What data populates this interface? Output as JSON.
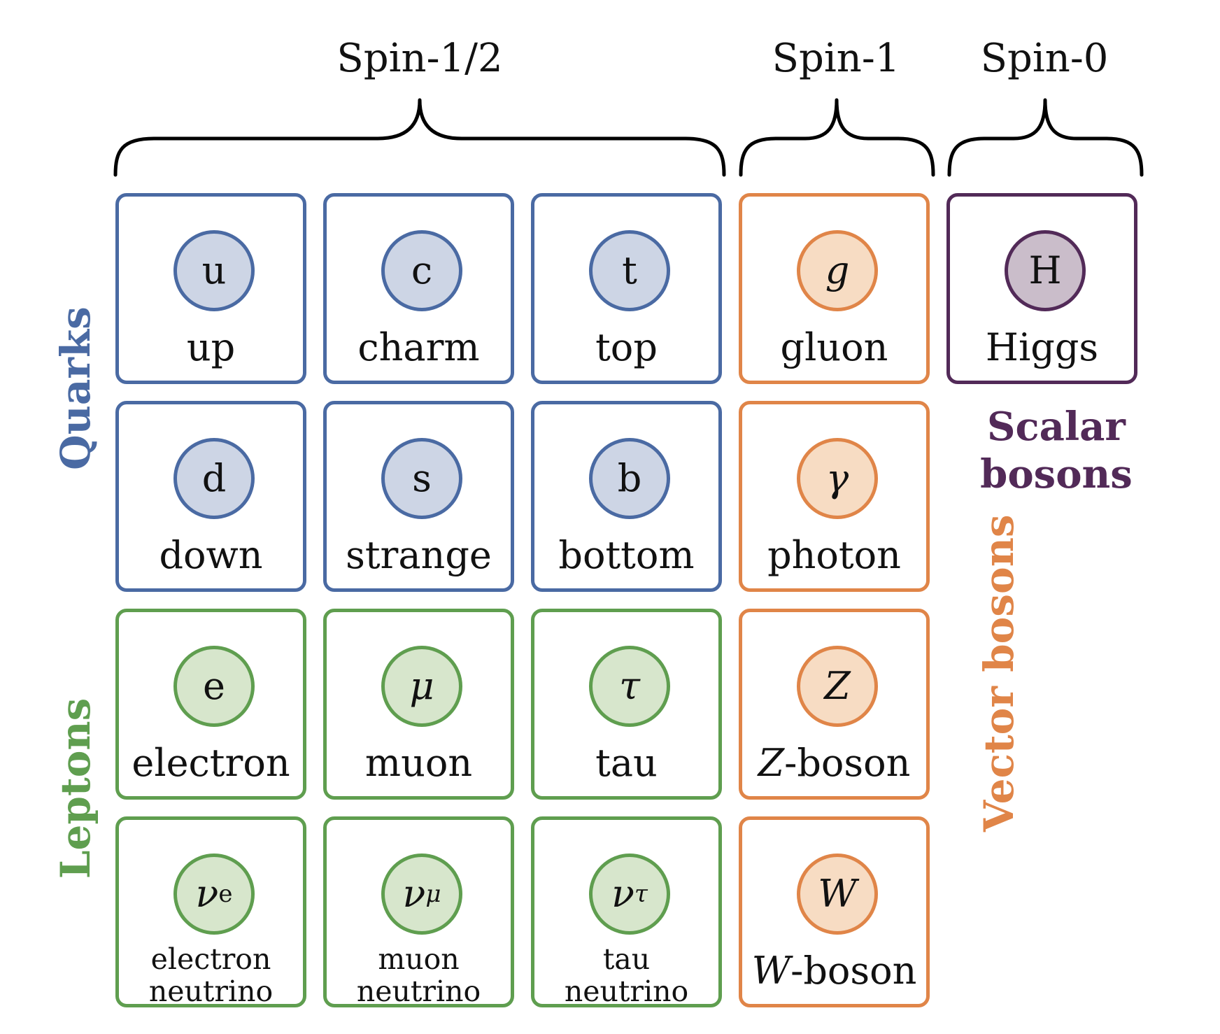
{
  "spin_groups": [
    {
      "label": "Spin-1/2"
    },
    {
      "label": "Spin-1"
    },
    {
      "label": "Spin-0"
    }
  ],
  "row_labels": {
    "quarks": "Quarks",
    "leptons": "Leptons",
    "vector_bosons": "Vector bosons",
    "scalar_bosons_line1": "Scalar",
    "scalar_bosons_line2": "bosons"
  },
  "colors": {
    "quark_border": "#4a6aa3",
    "quark_fill": "#cdd5e5",
    "quark_label": "#4a6aa3",
    "lepton_border": "#5f9e4f",
    "lepton_fill": "#d7e6cc",
    "lepton_label": "#5f9e4f",
    "vector_border": "#e08548",
    "vector_fill": "#f7dcc3",
    "vector_label": "#e08548",
    "scalar_border": "#522a58",
    "scalar_fill": "#cabdca",
    "scalar_label": "#522a58"
  },
  "particles": {
    "up": {
      "symbol": "u",
      "name": "up"
    },
    "charm": {
      "symbol": "c",
      "name": "charm"
    },
    "top": {
      "symbol": "t",
      "name": "top"
    },
    "gluon": {
      "symbol": "g",
      "name": "gluon"
    },
    "higgs": {
      "symbol": "H",
      "name": "Higgs"
    },
    "down": {
      "symbol": "d",
      "name": "down"
    },
    "strange": {
      "symbol": "s",
      "name": "strange"
    },
    "bottom": {
      "symbol": "b",
      "name": "bottom"
    },
    "photon": {
      "symbol": "γ",
      "name": "photon"
    },
    "electron": {
      "symbol": "e",
      "name": "electron"
    },
    "muon": {
      "symbol": "μ",
      "name": "muon"
    },
    "tau": {
      "symbol": "τ",
      "name": "tau"
    },
    "z_boson": {
      "symbol": "Z",
      "name_symbol": "Z",
      "name_suffix": "-boson"
    },
    "electron_neutrino": {
      "symbol": "ν",
      "subscript": "e",
      "name_line1": "electron",
      "name_line2": "neutrino"
    },
    "muon_neutrino": {
      "symbol": "ν",
      "subscript": "μ",
      "name_line1": "muon",
      "name_line2": "neutrino"
    },
    "tau_neutrino": {
      "symbol": "ν",
      "subscript": "τ",
      "name_line1": "tau",
      "name_line2": "neutrino"
    },
    "w_boson": {
      "symbol": "W",
      "name_symbol": "W",
      "name_suffix": "-boson"
    }
  }
}
